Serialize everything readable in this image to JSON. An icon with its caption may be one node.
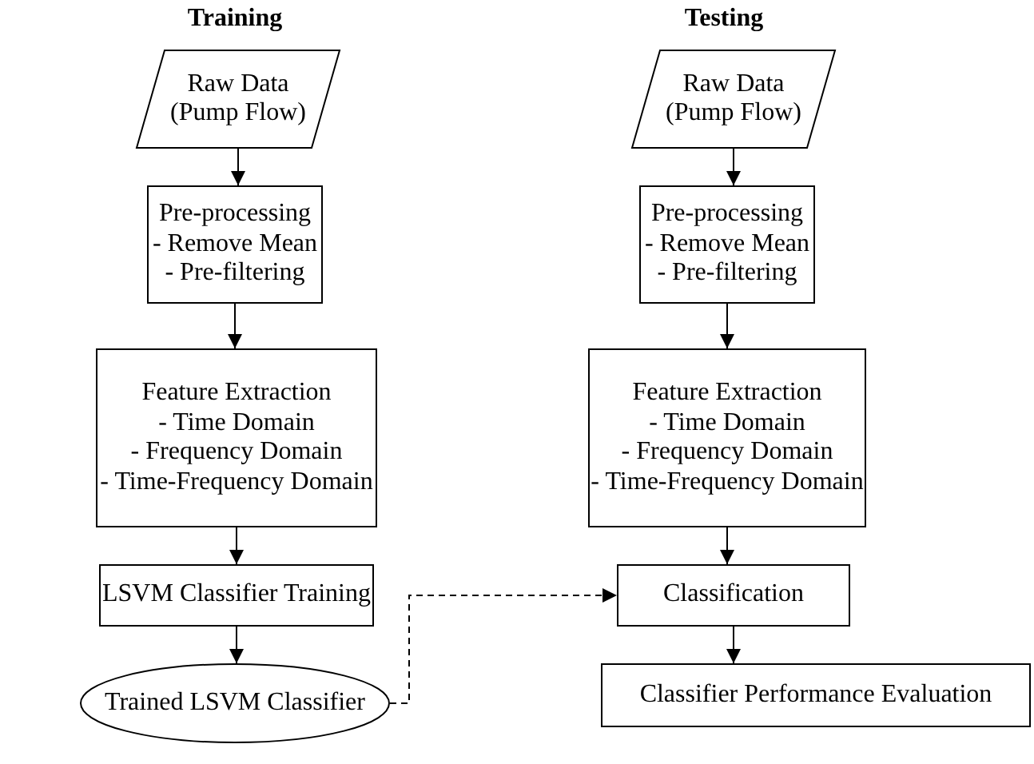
{
  "diagram": {
    "nodes": [
      {
        "text": [
          "Raw Data (Pump Flow)"
        ]
      },
      {
        "text": [
          "Pre-processing",
          "- Remove Mean",
          "- Pre-filtering"
        ]
      },
      {
        "text": [
          "Feature Extraction",
          "- Time Domain",
          "- Frequency Domain",
          "- Time-Frequency Domain"
        ]
      },
      {
        "text": [
          "LSVM Classifier Training"
        ]
      },
      {
        "text": [
          "Trained LSVM Classifier"
        ]
      },
      {
        "text": [
          "Raw Data (Pump Flow)"
        ]
      },
      {
        "text": [
          "Pre-processing",
          "- Remove Mean",
          "- Pre-filtering"
        ]
      },
      {
        "text": [
          "Feature Extraction",
          "- Time Domain",
          "- Frequency Domain",
          "- Time-Frequency Domain"
        ]
      },
      {
        "text": [
          "Classification"
        ]
      },
      {
        "text": [
          "Classifier Performance Evaluation"
        ]
      }
    ],
    "edges": [
      {
        "from": 0,
        "to": 1,
        "arrow": "to"
      },
      {
        "from": 1,
        "to": 2,
        "arrow": "to"
      },
      {
        "from": 2,
        "to": 3,
        "arrow": "to"
      },
      {
        "from": 3,
        "to": 4,
        "arrow": "to"
      },
      {
        "from": 5,
        "to": 6,
        "arrow": "to"
      },
      {
        "from": 6,
        "to": 7,
        "arrow": "to"
      },
      {
        "from": 7,
        "to": 8,
        "arrow": "to"
      },
      {
        "from": 8,
        "to": 9,
        "arrow": "to"
      },
      {
        "from": 4,
        "to": 8,
        "arrow": "to",
        "style": "dashed"
      }
    ],
    "labels": [
      "Training",
      "Testing"
    ]
  }
}
